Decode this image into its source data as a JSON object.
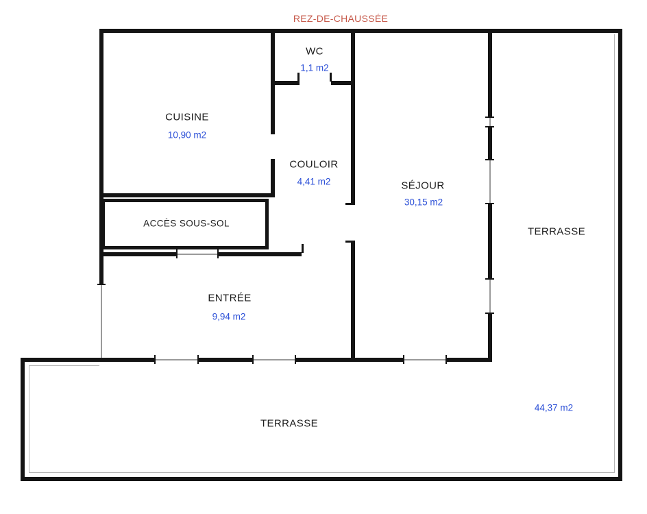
{
  "title": "REZ-DE-CHAUSSÉE",
  "colors": {
    "wall": "#141414",
    "title_text": "#c65849",
    "room_text": "#1d1d1d",
    "area_text": "#2b4fd7"
  },
  "rooms": {
    "wc": {
      "name": "WC",
      "area": "1,1 m2"
    },
    "cuisine": {
      "name": "CUISINE",
      "area": "10,90 m2"
    },
    "couloir": {
      "name": "COULOIR",
      "area": "4,41 m2"
    },
    "sejour": {
      "name": "SÉJOUR",
      "area": "30,15 m2"
    },
    "acces_sous_sol": {
      "name": "ACCÈS SOUS-SOL"
    },
    "entree": {
      "name": "ENTRÉE",
      "area": "9,94 m2"
    },
    "terrasse_right": {
      "name": "TERRASSE"
    },
    "terrasse_bottom": {
      "name": "TERRASSE",
      "area": "44,37 m2"
    }
  }
}
